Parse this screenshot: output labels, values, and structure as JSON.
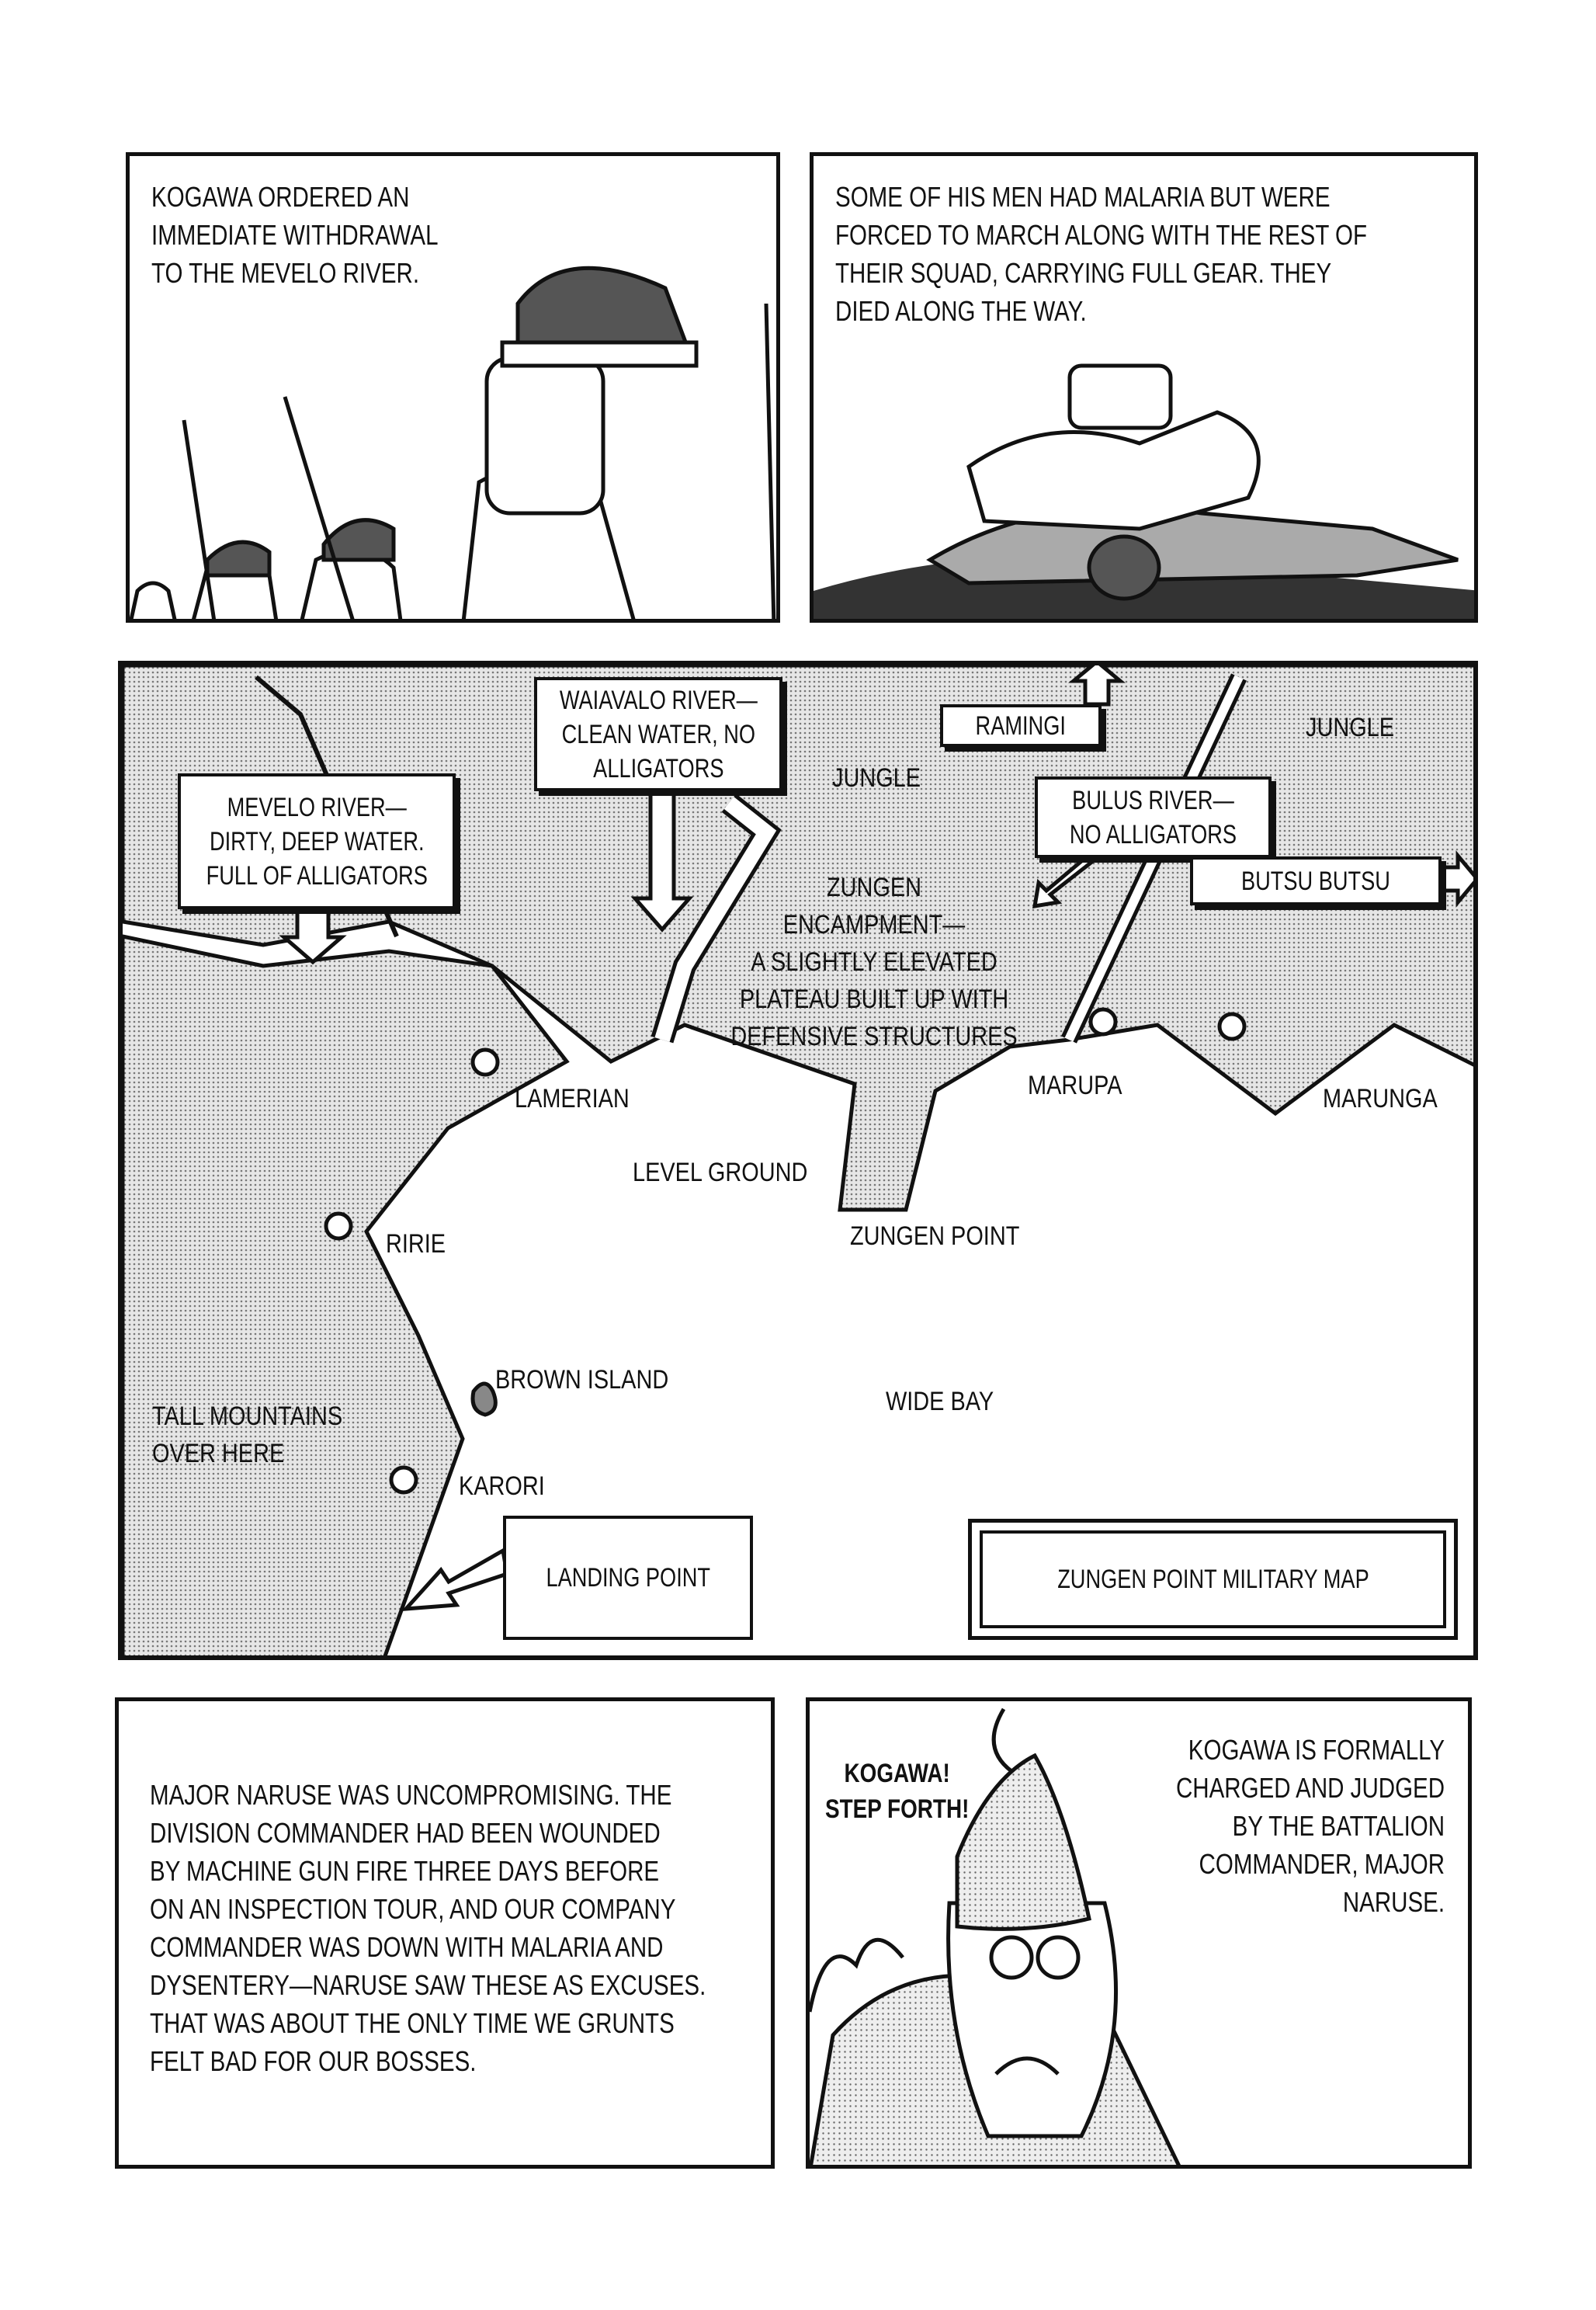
{
  "panel1": {
    "caption": "Kogawa ordered an\nimmediate withdrawal\nto the Mevelo River."
  },
  "panel2": {
    "caption": "Some of his men had malaria but were\nforced to march along with the rest of\ntheir squad, carrying full gear. They\ndied along the way."
  },
  "map": {
    "callouts": {
      "mevelo": "Mevelo River—\ndirty, deep water.\nFull of alligators",
      "waiavalo": "Waiavalo River—\nclean water, no\nalligators",
      "ramingi": "Ramingi",
      "bulus": "Bulus River—\nno alligators",
      "butsu": "Butsu Butsu",
      "landing": "Landing point"
    },
    "labels": {
      "jungle_1": "Jungle",
      "jungle_2": "Jungle",
      "encampment": "Zungen\nencampment—\na slightly elevated\nplateau built up with\ndefensive structures",
      "lamerian": "Lamerian",
      "marupa": "Marupa",
      "marunga": "Marunga",
      "level_ground": "Level ground",
      "zungen_point": "Zungen Point",
      "ririe": "Ririe",
      "brown_island": "Brown Island",
      "wide_bay": "Wide Bay",
      "tall_mountains": "Tall mountains\nover here",
      "karori": "Karori"
    },
    "title": "Zungen Point military map"
  },
  "panel4": {
    "caption": "Major Naruse was uncompromising. The\ndivision commander had been wounded\nby machine gun fire three days before\non an inspection tour, and our company\ncommander was down with malaria and\ndysentery—Naruse saw these as excuses.\nThat was about the only time we grunts\nfelt bad for our bosses."
  },
  "panel5": {
    "speech": "Kogawa!\nStep forth!",
    "caption": "Kogawa is formally\ncharged and judged\nby the battalion\ncommander, Major\nNaruse."
  }
}
